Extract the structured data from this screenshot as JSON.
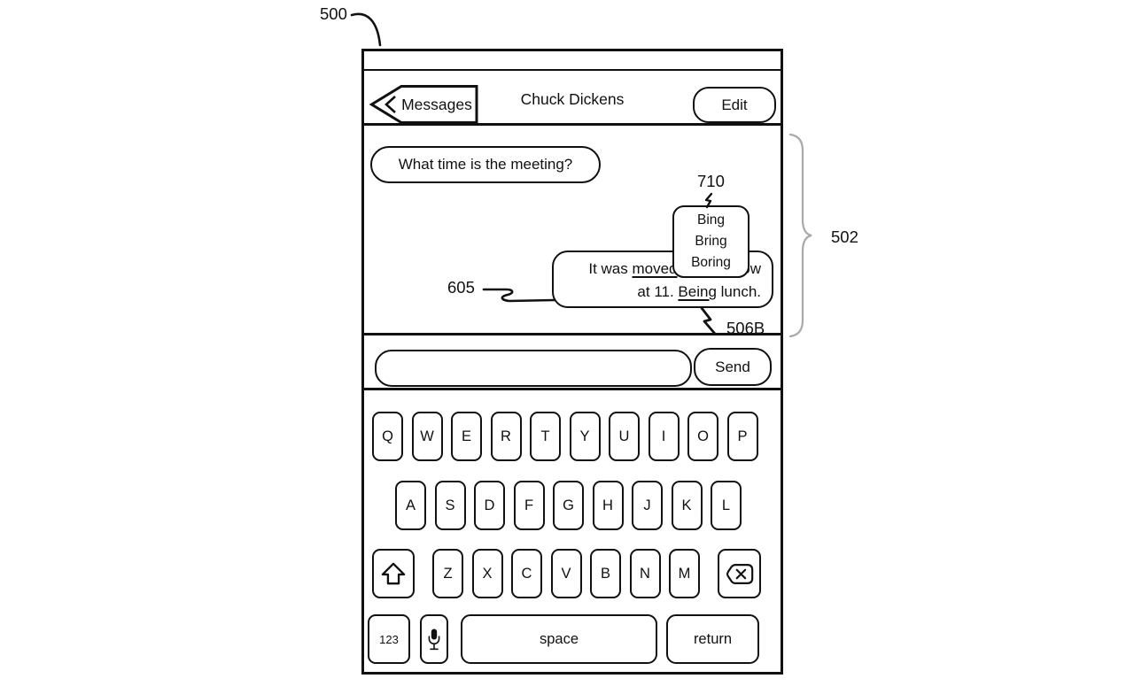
{
  "annotations": {
    "figure_ref": "500",
    "message_area_ref": "502",
    "sent_bubble_ref": "605",
    "popup_ref": "710",
    "word_ref": "506B"
  },
  "nav": {
    "back_label": "Messages",
    "title": "Chuck Dickens",
    "edit_label": "Edit"
  },
  "conversation": {
    "received_message": "What time is the meeting?",
    "sent": {
      "l1a": "It was ",
      "l1b": "moved",
      "l1c": " to tomorrow",
      "l2a": "at 11. ",
      "l2b": "Being",
      "l2c": " lunch."
    }
  },
  "suggestions": [
    "Bing",
    "Bring",
    "Boring"
  ],
  "composer": {
    "send_label": "Send"
  },
  "keyboard": {
    "row1": [
      "Q",
      "W",
      "E",
      "R",
      "T",
      "Y",
      "U",
      "I",
      "O",
      "P"
    ],
    "row2": [
      "A",
      "S",
      "D",
      "F",
      "G",
      "H",
      "J",
      "K",
      "L"
    ],
    "row3": [
      "Z",
      "X",
      "C",
      "V",
      "B",
      "N",
      "M"
    ],
    "num_key_label": "123",
    "space_label": "space",
    "return_label": "return"
  },
  "colors": {
    "ink": "#111111",
    "annotation_brace": "#a9a9a9"
  }
}
